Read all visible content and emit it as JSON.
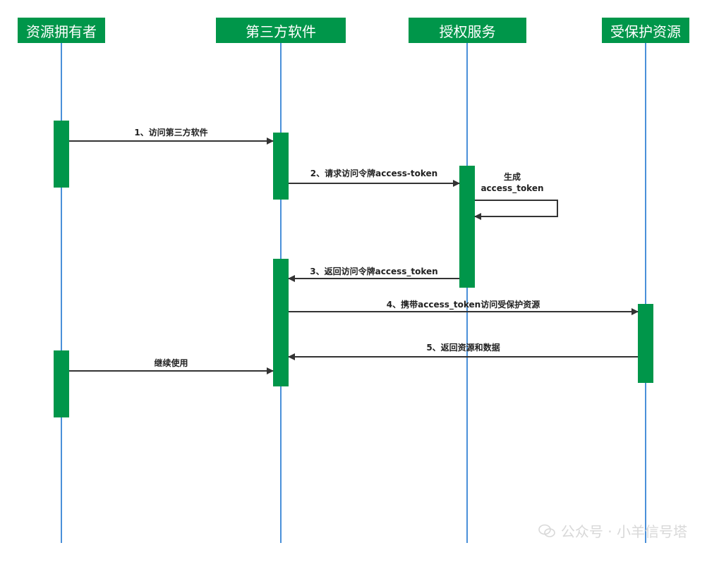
{
  "diagram": {
    "type": "sequence",
    "actors": [
      {
        "id": "owner",
        "label": "资源拥有者"
      },
      {
        "id": "client",
        "label": "第三方软件"
      },
      {
        "id": "auth",
        "label": "授权服务"
      },
      {
        "id": "resource",
        "label": "受保护资源"
      }
    ],
    "messages": [
      {
        "id": "m1",
        "label": "1、访问第三方软件",
        "from": "owner",
        "to": "client"
      },
      {
        "id": "m2",
        "label": "2、请求访问令牌access-token",
        "from": "client",
        "to": "auth"
      },
      {
        "id": "m_self",
        "label_line1": "生成",
        "label_line2": "access_token",
        "from": "auth",
        "to": "auth"
      },
      {
        "id": "m3",
        "label": "3、返回访问令牌access_token",
        "from": "auth",
        "to": "client"
      },
      {
        "id": "m4",
        "label": "4、携带access_token访问受保护资源",
        "from": "client",
        "to": "resource"
      },
      {
        "id": "m5",
        "label": "5、返回资源和数据",
        "from": "resource",
        "to": "client"
      },
      {
        "id": "m6",
        "label": "继续使用",
        "from": "owner",
        "to": "client"
      }
    ]
  },
  "watermark": {
    "text": "公众号 · 小羊信号塔"
  },
  "colors": {
    "actor_fill": "#00964a",
    "lifeline": "#4a90d9",
    "arrow": "#333333",
    "activation": "#00964a"
  }
}
